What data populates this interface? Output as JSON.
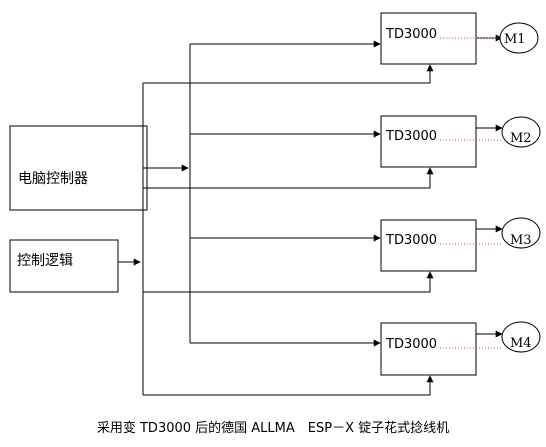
{
  "controllers": {
    "pc_controller": "电脑控制器",
    "logic_controller": "控制逻辑"
  },
  "drives": [
    {
      "label": "TD3000",
      "motor": "M1"
    },
    {
      "label": "TD3000",
      "motor": "M2"
    },
    {
      "label": "TD3000",
      "motor": "M3"
    },
    {
      "label": "TD3000",
      "motor": "M4"
    }
  ],
  "caption": "采用变 TD3000 后的德国 ALLMA　ESP－X 锭子花式捻线机",
  "colors": {
    "line": "#000000",
    "dotted_link": "#cc33cc"
  }
}
